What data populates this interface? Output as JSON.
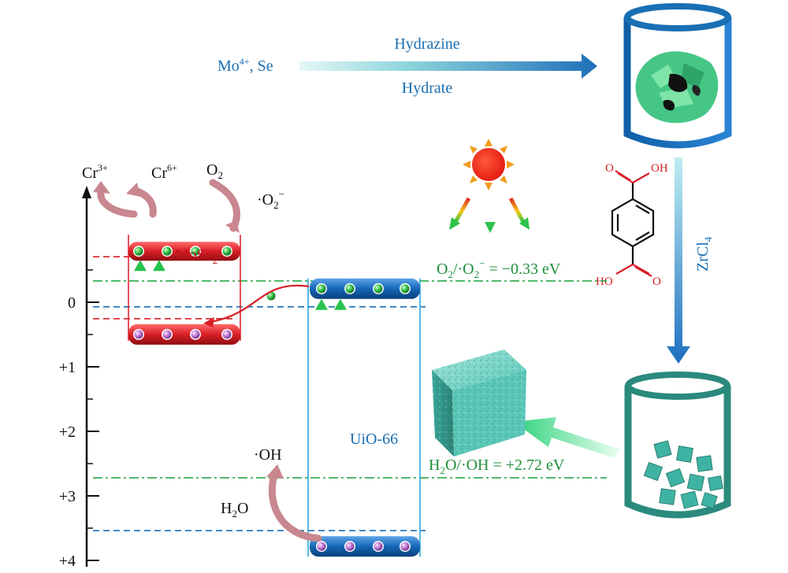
{
  "top_synthesis": {
    "precursor": {
      "base": "Mo",
      "sup": "4+",
      "rest": ", Se"
    },
    "reagent_line1": "Hydrazine",
    "reagent_line2": "Hydrate"
  },
  "side_reagent": {
    "base": "ZrCl",
    "sub": "4"
  },
  "terephthalic_acid": {
    "oh_top": "OH",
    "o_top": "O",
    "ho_bottom": "HO",
    "o_bottom": "O"
  },
  "energy_axis": {
    "ticks": [
      {
        "value": 0,
        "label": "0"
      },
      {
        "value": 1,
        "label": "+1"
      },
      {
        "value": 2,
        "label": "+2"
      },
      {
        "value": 3,
        "label": "+3"
      },
      {
        "value": 4,
        "label": "+4"
      }
    ]
  },
  "mose2": {
    "name_base": "MoSe",
    "name_sub": "2",
    "cb": -0.9,
    "vb": 0.45
  },
  "uio66": {
    "name": "UiO-66",
    "cb": -0.1,
    "vb": 3.6
  },
  "redox": [
    {
      "id": "o2",
      "text_before": "O",
      "sub": "2",
      "text_mid": "/·O",
      "sub2": "2",
      "sup2": "−",
      "text_after": " = −0.33 eV",
      "value": -0.33
    },
    {
      "id": "oh",
      "text_before": "H",
      "sub": "2",
      "text_mid": "O/·OH = +2.72 eV",
      "value": 2.72
    }
  ],
  "species": {
    "cr3": {
      "base": "Cr",
      "sup": "3+"
    },
    "cr6": {
      "base": "Cr",
      "sup": "6+"
    },
    "o2": {
      "base": "O",
      "sub": "2"
    },
    "superoxide": {
      "pre": "·O",
      "sub": "2",
      "sup": "−"
    },
    "hydroxyl": "·OH",
    "water": {
      "base": "H",
      "sub": "2",
      "rest": "O"
    }
  },
  "colors": {
    "blue_text": "#1a6fb3",
    "green_text": "#1f8f3a",
    "red_band": "#d8202a",
    "blue_band": "#1567b8",
    "cube": "#4fc2b2",
    "arrow_pink": "#c9878f"
  }
}
